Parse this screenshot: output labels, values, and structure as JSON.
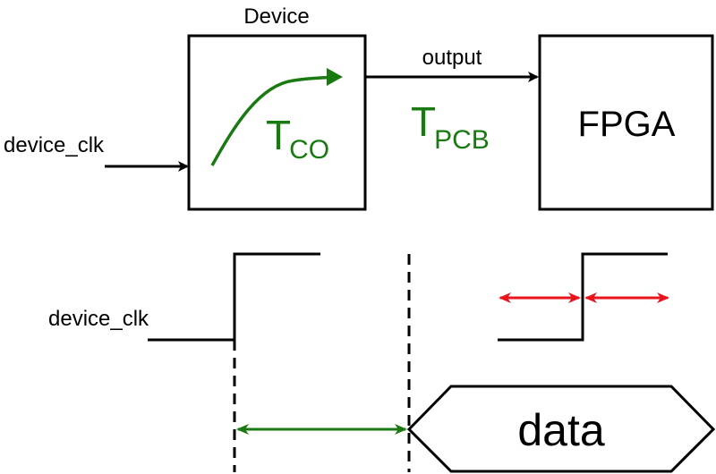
{
  "device": {
    "title": "Device",
    "tco_main": "T",
    "tco_sub": "CO"
  },
  "signals": {
    "input_clock": "device_clk",
    "output": "output",
    "tpcb_main": "T",
    "tpcb_sub": "PCB"
  },
  "fpga": {
    "label": "FPGA"
  },
  "timing": {
    "clock_label": "device_clk",
    "data_label": "data"
  },
  "colors": {
    "green": "#1a7a12",
    "red": "#e8141b",
    "line": "#000000"
  }
}
